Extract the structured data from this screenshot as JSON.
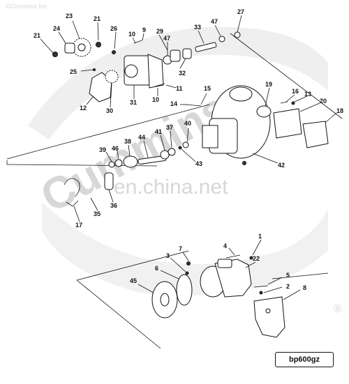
{
  "watermarks": {
    "top_left": "©Cummins Inc",
    "diagonal": "Cummins",
    "center": "en.china.net",
    "registered": "®"
  },
  "diagram_code": "bp600gz",
  "labels": {
    "l1": "1",
    "l2": "2",
    "l3": "3",
    "l4": "4",
    "l5": "5",
    "l6": "6",
    "l7": "7",
    "l8": "8",
    "l9": "9",
    "l10a": "10",
    "l10b": "10",
    "l11": "11",
    "l12": "12",
    "l13": "13",
    "l14": "14",
    "l15": "15",
    "l16": "16",
    "l17": "17",
    "l18": "18",
    "l19": "19",
    "l20": "20",
    "l21a": "21",
    "l21b": "21",
    "l22": "22",
    "l23": "23",
    "l24": "24",
    "l25": "25",
    "l26": "26",
    "l27": "27",
    "l29": "29",
    "l30": "30",
    "l31": "31",
    "l32": "32",
    "l33": "33",
    "l35": "35",
    "l36": "36",
    "l37": "37",
    "l38": "38",
    "l39": "39",
    "l40": "40",
    "l41": "41",
    "l42": "42",
    "l43": "43",
    "l44": "44",
    "l45": "45",
    "l46": "46",
    "l47a": "47",
    "l47b": "47"
  }
}
